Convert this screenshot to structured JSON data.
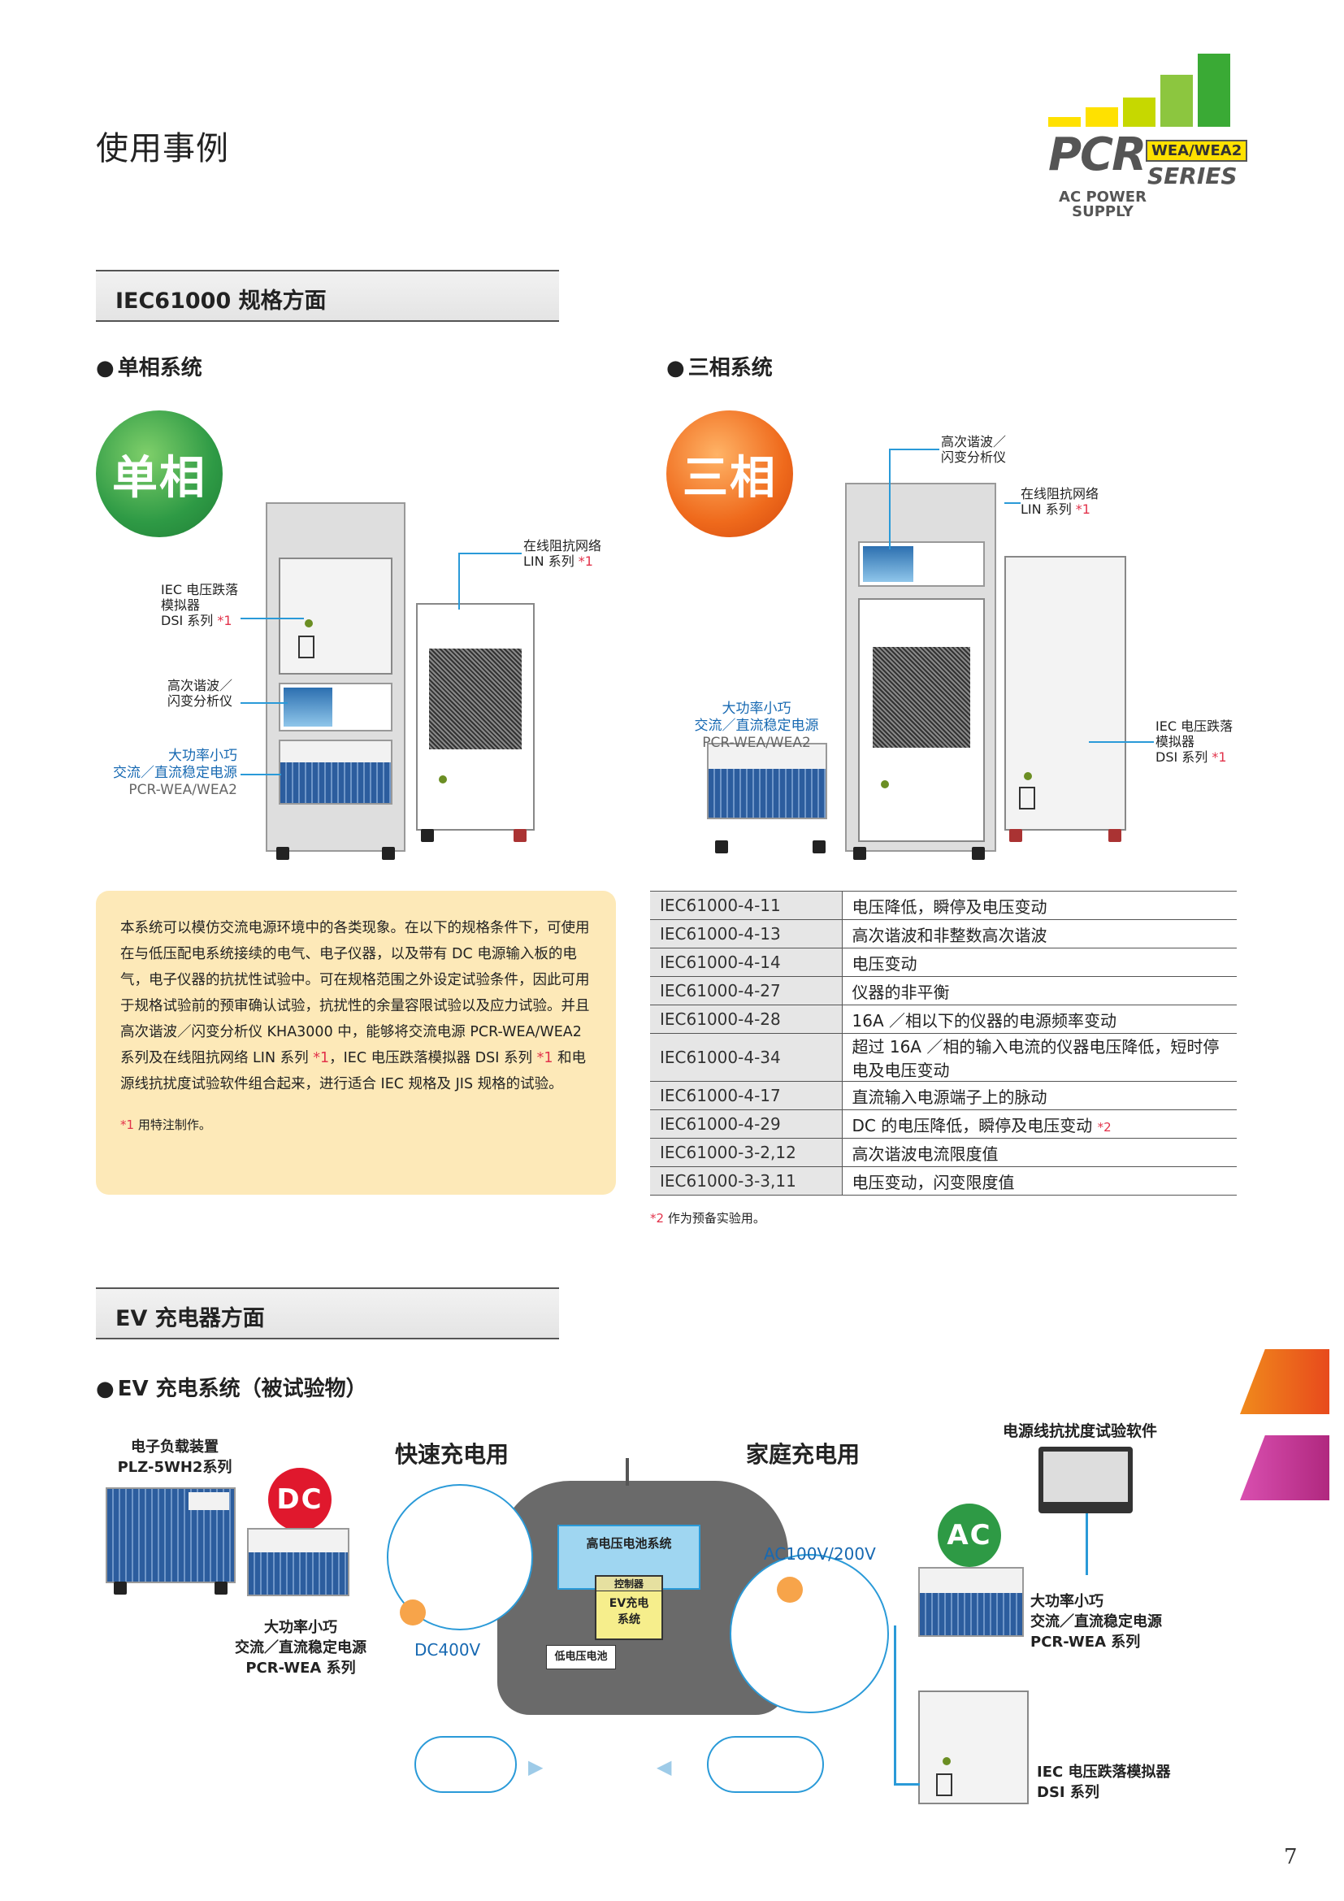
{
  "page": {
    "title": "使用事例",
    "page_number": "7"
  },
  "logo": {
    "brand": "PCR",
    "badge": "WEA/WEA2",
    "series": "SERIES",
    "line1": "AC POWER",
    "line2": "SUPPLY"
  },
  "iec": {
    "heading": "IEC61000 规格方面",
    "single": {
      "heading": "单相系统",
      "badge": "单相",
      "dsi_label": "IEC 电压跌落\n模拟器\nDSI 系列",
      "dsi_ref": "*1",
      "harmonic_label": "高次谐波／\n闪变分析仪",
      "lin_label": "在线阻抗网络\nLIN 系列",
      "lin_ref": "*1",
      "pcr_label_1": "大功率小巧\n交流／直流稳定电源",
      "pcr_label_2": "PCR-WEA/WEA2"
    },
    "three": {
      "heading": "三相系统",
      "badge": "三相",
      "harmonic_label": "高次谐波／\n闪变分析仪",
      "lin_label": "在线阻抗网络\nLIN 系列",
      "lin_ref": "*1",
      "pcr_label_1": "大功率小巧\n交流／直流稳定电源",
      "pcr_label_2": "PCR-WEA/WEA2",
      "dsi_label": "IEC 电压跌落\n模拟器\nDSI 系列",
      "dsi_ref": "*1"
    },
    "description": {
      "text_1": "本系统可以模仿交流电源环境中的各类现象。在以下的规格条件下，可使用在与低压配电系统接续的电气、电子仪器，以及带有 DC 电源输入板的电气，电子仪器的抗扰性试验中。可在规格范围之外设定试验条件，因此可用于规格试验前的预审确认试验，抗扰性的余量容限试验以及应力试验。并且高次谐波／闪变分析仪 KHA3000 中，能够将交流电源 PCR-WEA/WEA2 系列及在线阻抗网络 LIN 系列",
      "ref_1": "*1",
      "text_2": "，IEC 电压跌落模拟器 DSI 系列",
      "ref_2": "*1",
      "text_3": "和电源线抗扰度试验软件组合起来，进行适合 IEC 规格及 JIS 规格的试验。",
      "note_ref": "*1",
      "note_text": "用特注制作。"
    },
    "standards": [
      {
        "code": "IEC61000-4-11",
        "desc": "电压降低，瞬停及电压变动",
        "ref": ""
      },
      {
        "code": "IEC61000-4-13",
        "desc": "高次谐波和非整数高次谐波",
        "ref": ""
      },
      {
        "code": "IEC61000-4-14",
        "desc": "电压变动",
        "ref": ""
      },
      {
        "code": "IEC61000-4-27",
        "desc": "仪器的非平衡",
        "ref": ""
      },
      {
        "code": "IEC61000-4-28",
        "desc": "16A ／相以下的仪器的电源频率变动",
        "ref": ""
      },
      {
        "code": "IEC61000-4-34",
        "desc": "超过 16A ／相的输入电流的仪器电压降低，短时停电及电压变动",
        "ref": ""
      },
      {
        "code": "IEC61000-4-17",
        "desc": "直流输入电源端子上的脉动",
        "ref": ""
      },
      {
        "code": "IEC61000-4-29",
        "desc": "DC 的电压降低，瞬停及电压变动",
        "ref": "*2"
      },
      {
        "code": "IEC61000-3-2,12",
        "desc": "高次谐波电流限度值",
        "ref": ""
      },
      {
        "code": "IEC61000-3-3,11",
        "desc": "电压变动，闪变限度值",
        "ref": ""
      }
    ],
    "table_note_ref": "*2",
    "table_note": "作为预备实验用。"
  },
  "ev": {
    "heading": "EV 充电器方面",
    "sub_heading": "EV 充电系统（被试验物）",
    "load_label": "电子负载装置\nPLZ-5WH2系列",
    "fast_label": "快速充电用",
    "home_label": "家庭充电用",
    "software_label": "电源线抗扰度试验软件",
    "dc_badge": "DC",
    "ac_badge": "AC",
    "dc_voltage": "DC400V",
    "ac_voltage": "AC100V/200V",
    "hv_battery": "高电压电池系统",
    "controller": "控制器",
    "ev_charge": "EV充电\n系统",
    "lv_battery": "低电压电池",
    "pcr_wea_left": "大功率小巧\n交流／直流稳定电源\nPCR-WEA 系列",
    "pcr_wea_right": "大功率小巧\n交流／直流稳定电源\nPCR-WEA 系列",
    "dsi_label": "IEC 电压跌落模拟器\nDSI 系列"
  },
  "colors": {
    "accent_blue": "#2a9ad8",
    "label_blue": "#1769b2",
    "footnote_red": "#e2334b",
    "single_green": "#2e9a45",
    "three_orange": "#ef6a1c",
    "note_bg": "#fde9b8"
  }
}
